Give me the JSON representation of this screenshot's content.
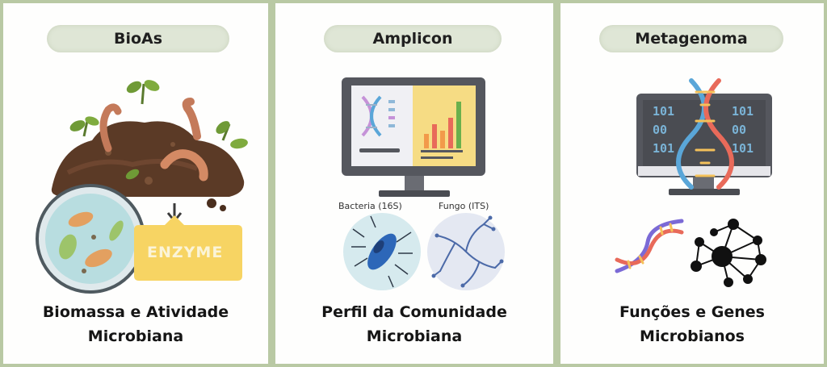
{
  "panels": [
    {
      "title": "BioAs",
      "caption_line1": "Biomassa e Atividade",
      "caption_line2": "Microbiana",
      "badge": "ENZYME",
      "icons": [
        "soil-pile-icon",
        "earthworm-icon",
        "sprout-icon",
        "petri-dish-icon",
        "enzyme-tag-icon"
      ]
    },
    {
      "title": "Amplicon",
      "caption_line1": "Perfil da Comunidade",
      "caption_line2": "Microbiana",
      "label_bacteria": "Bacteria (16S)",
      "label_fungi": "Fungo (ITS)",
      "icons": [
        "monitor-icon",
        "dna-icon",
        "bar-chart-icon",
        "bacterium-icon",
        "fungal-hyphae-icon"
      ]
    },
    {
      "title": "Metagenoma",
      "caption_line1": "Funções e Genes",
      "caption_line2": "Microbianos",
      "binary_left": [
        "101",
        "00",
        "101"
      ],
      "binary_right": [
        "101",
        "00",
        "101"
      ],
      "icons": [
        "monitor-icon",
        "dna-icon",
        "dna-strand-icon",
        "network-icon"
      ]
    }
  ],
  "colors": {
    "background": "#b9c9a4",
    "panel": "#fefefd",
    "pill": "#dfe6d6",
    "monitor": "#55575e",
    "dna_blue": "#5aa6d8",
    "dna_red": "#e86a5a",
    "soil": "#5b3a26",
    "enzyme": "#f7d463"
  }
}
